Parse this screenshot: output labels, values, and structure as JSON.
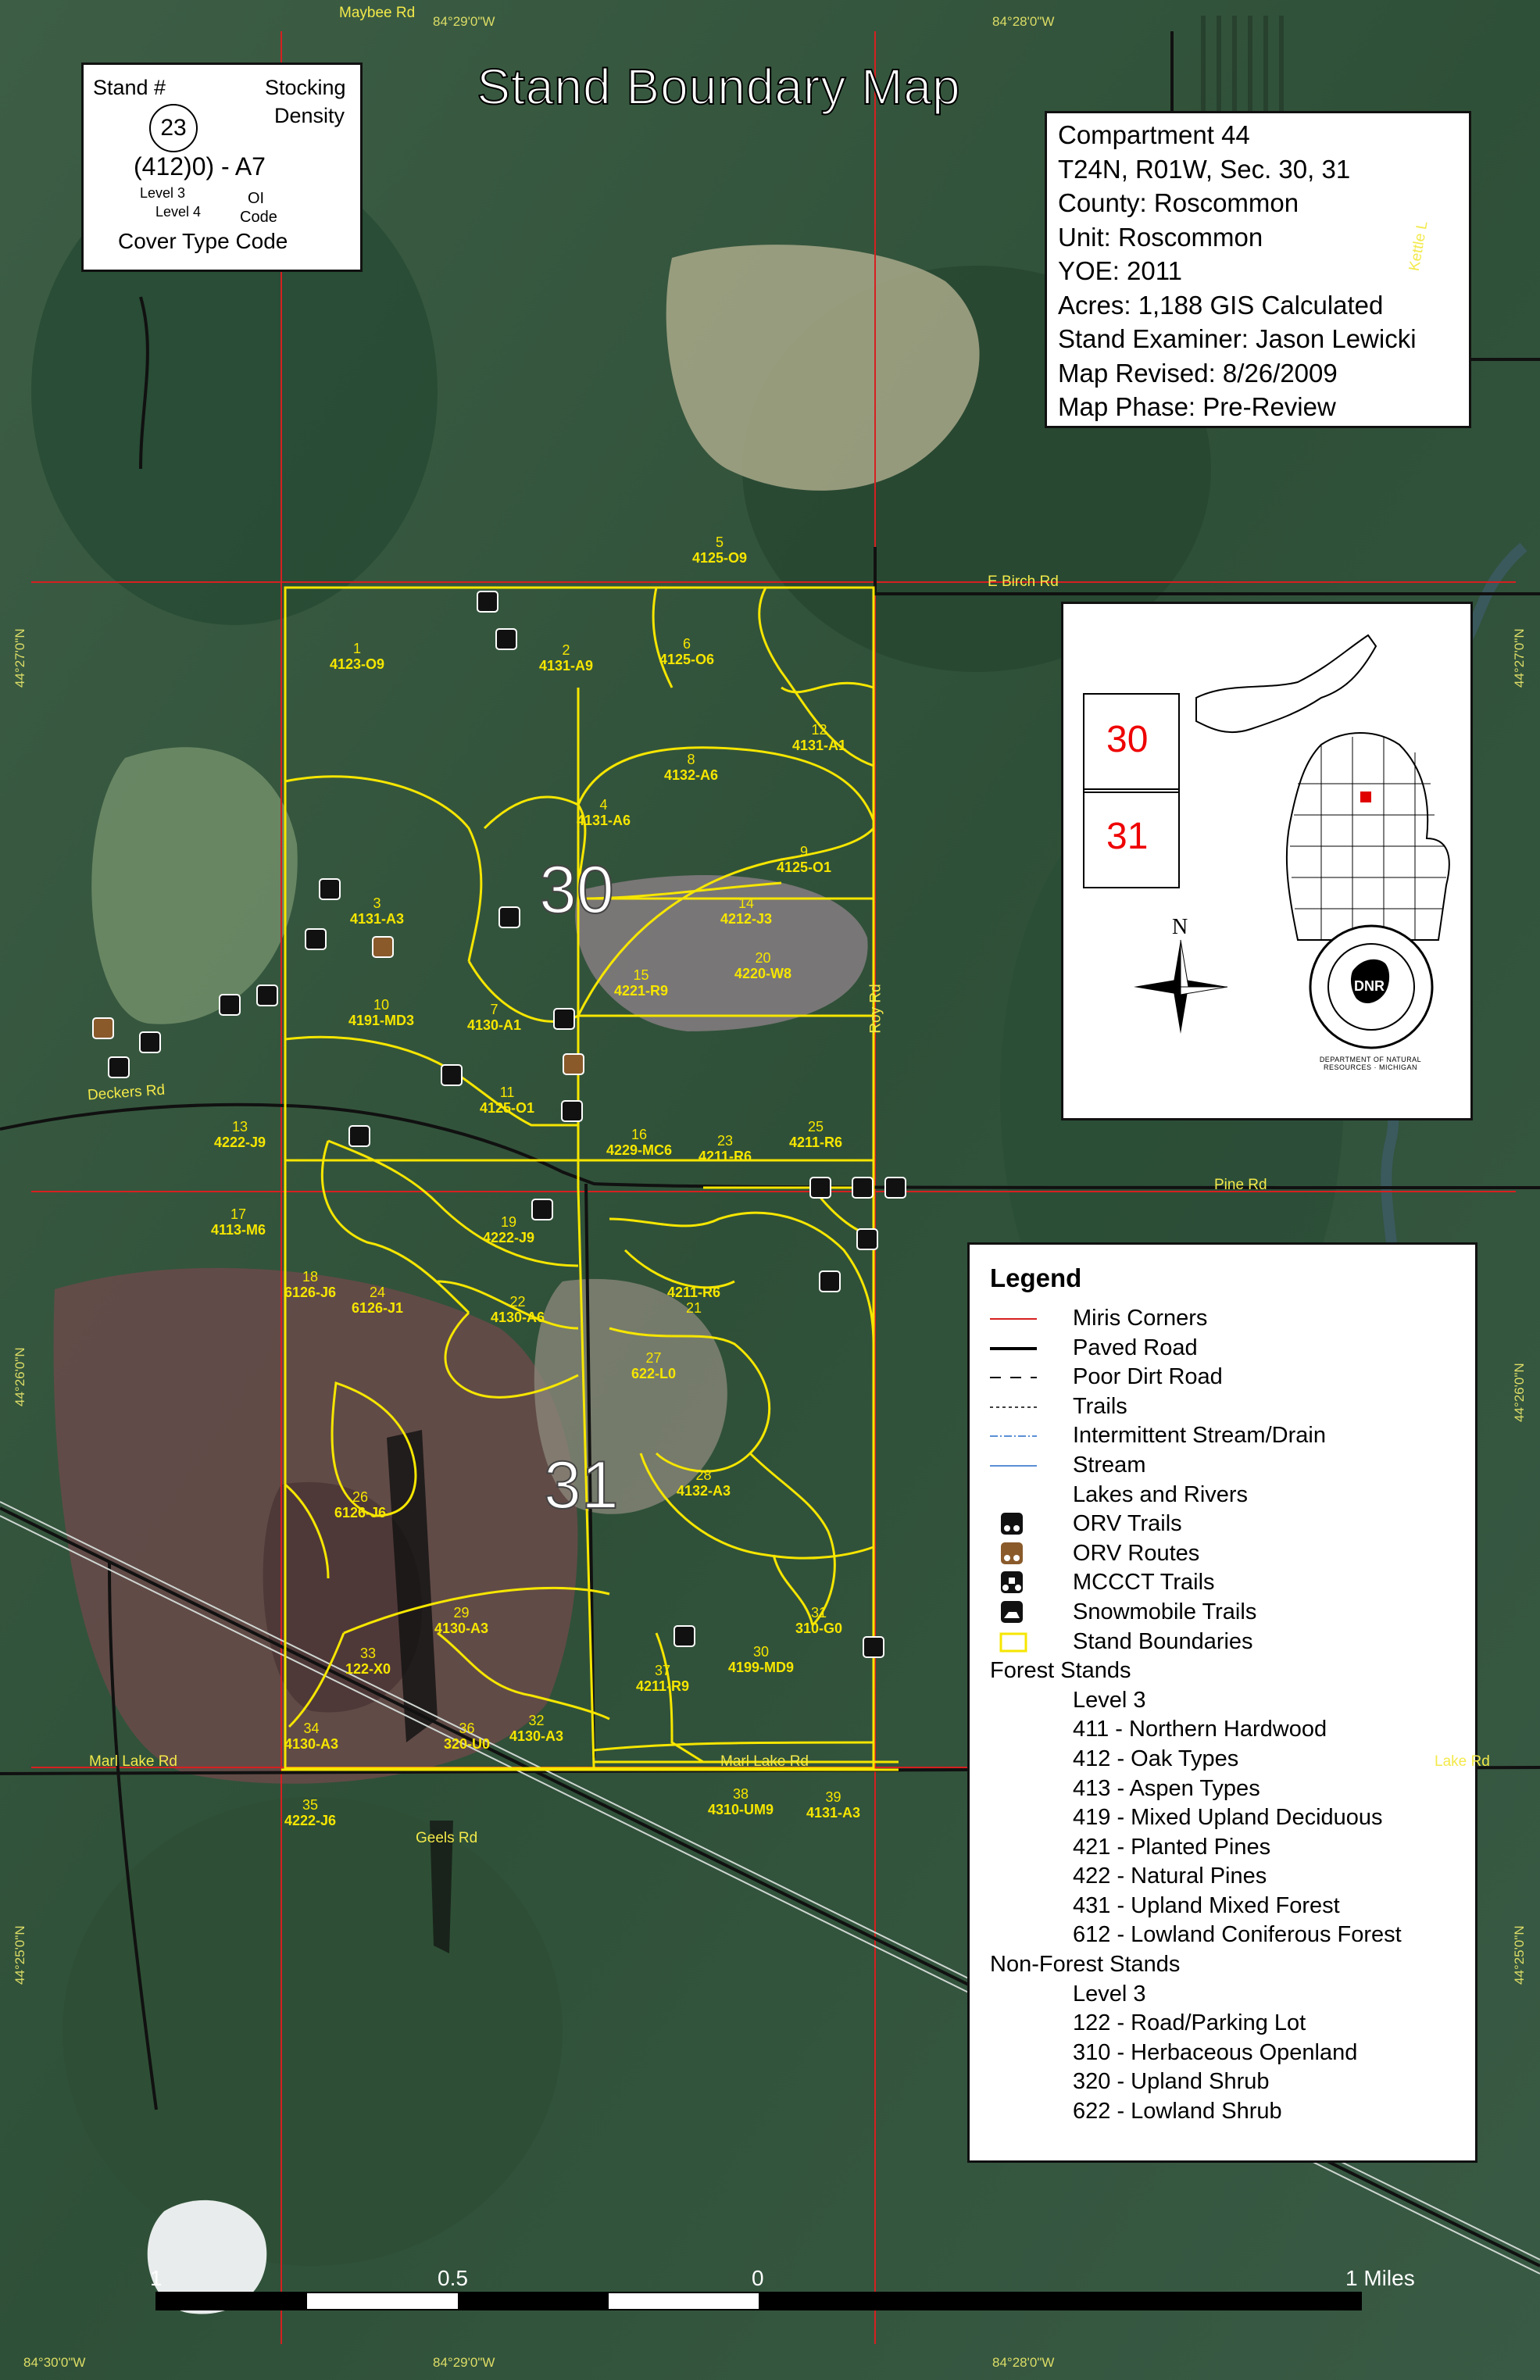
{
  "title": "Stand Boundary Map",
  "key": {
    "stand_num": "Stand #",
    "stocking": "Stocking",
    "density": "Density",
    "example_num": "23",
    "example_code": "(412)0) - A7",
    "level3": "Level 3",
    "level4": "Level 4",
    "oi": "OI",
    "code": "Code",
    "cover": "Cover Type Code"
  },
  "info": [
    "Compartment  44",
    "T24N, R01W, Sec. 30, 31",
    "County: Roscommon",
    "Unit: Roscommon",
    "YOE: 2011",
    "Acres: 1,188 GIS Calculated",
    "Stand Examiner: Jason Lewicki",
    "Map Revised: 8/26/2009",
    "Map Phase: Pre-Review"
  ],
  "locator": {
    "sec_top": "30",
    "sec_bottom": "31",
    "north": "N",
    "seal_text": "DNR",
    "seal_ring": "DEPARTMENT OF NATURAL RESOURCES · MICHIGAN"
  },
  "legend": {
    "title": "Legend",
    "lines": [
      {
        "label": "Miris Corners",
        "color": "#d62020"
      },
      {
        "label": "Paved Road",
        "color": "#000000"
      },
      {
        "label": "Poor Dirt Road",
        "color": "#000000"
      },
      {
        "label": "Trails",
        "color": "#000000"
      },
      {
        "label": "Intermittent Stream/Drain",
        "color": "#5b8fd6"
      },
      {
        "label": "Stream",
        "color": "#5b8fd6"
      },
      {
        "label": "Lakes and Rivers",
        "color": "#ffffff"
      }
    ],
    "trails": [
      {
        "label": "ORV Trails",
        "icon": "orv-icon"
      },
      {
        "label": "ORV Routes",
        "icon": "orv-route-icon"
      },
      {
        "label": "MCCCT Trails",
        "icon": "mccct-icon"
      },
      {
        "label": "Snowmobile Trails",
        "icon": "snowmobile-icon"
      }
    ],
    "stand_boundaries": "Stand Boundaries",
    "forest_head": "Forest Stands",
    "forest_level": "Level 3",
    "forest_items": [
      "411 - Northern Hardwood",
      "412 - Oak Types",
      "413 - Aspen Types",
      "419 - Mixed Upland Deciduous",
      "421 - Planted Pines",
      "422 - Natural Pines",
      "431 - Upland Mixed Forest",
      "612 - Lowland Coniferous Forest"
    ],
    "nonforest_head": "Non-Forest Stands",
    "nonforest_level": "Level 3",
    "nonforest_items": [
      "122 - Road/Parking Lot",
      "310 - Herbaceous Openland",
      "320 - Upland Shrub",
      "622 - Lowland Shrub"
    ],
    "boundary_color": "#f6e600"
  },
  "sections": {
    "upper": "30",
    "lower": "31"
  },
  "roads": {
    "maybee": "Maybee Rd",
    "e_birch": "E Birch Rd",
    "deckers": "Deckers Rd",
    "pine": "Pine Rd",
    "roy": "Roy Rd",
    "marl_lake_e": "Marl Lake Rd",
    "marl_lake_w": "Marl Lake Rd",
    "marl_lake_far": "Lake Rd",
    "geels": "Geels Rd",
    "kettle": "Kettle L"
  },
  "coords": {
    "top_w": "84°29'0\"W",
    "top_e": "84°28'0\"W",
    "bot_w": "84°29'0\"W",
    "bot_e": "84°28'0\"W",
    "bot_far": "84°30'0\"W",
    "left_a": "44°27'0\"N",
    "left_b": "44°26'0\"N",
    "left_c": "44°25'0\"N",
    "right_a": "44°27'0\"N",
    "right_b": "44°26'0\"N",
    "right_c": "44°25'0\"N"
  },
  "stands": [
    {
      "n": "1",
      "c": "4123-O9"
    },
    {
      "n": "2",
      "c": "4131-A9"
    },
    {
      "n": "3",
      "c": "4131-A3"
    },
    {
      "n": "4",
      "c": "4131-A6"
    },
    {
      "n": "5",
      "c": "4125-O9"
    },
    {
      "n": "6",
      "c": "4125-O6"
    },
    {
      "n": "7",
      "c": "4130-A1"
    },
    {
      "n": "8",
      "c": "4132-A6"
    },
    {
      "n": "9",
      "c": "4125-O1"
    },
    {
      "n": "10",
      "c": "4191-MD3"
    },
    {
      "n": "11",
      "c": "4125-O1"
    },
    {
      "n": "12",
      "c": "4131-A1"
    },
    {
      "n": "13",
      "c": "4222-J9"
    },
    {
      "n": "14",
      "c": "4212-J3"
    },
    {
      "n": "15",
      "c": "4221-R9"
    },
    {
      "n": "16",
      "c": "4229-MC6"
    },
    {
      "n": "17",
      "c": "4113-M6"
    },
    {
      "n": "18",
      "c": "6126-J6"
    },
    {
      "n": "19",
      "c": "4222-J9"
    },
    {
      "n": "20",
      "c": "4220-W8"
    },
    {
      "n": "21",
      "c": "4211-R6"
    },
    {
      "n": "22",
      "c": "4130-A6"
    },
    {
      "n": "23",
      "c": "4211-R6"
    },
    {
      "n": "24",
      "c": "6126-J1"
    },
    {
      "n": "25",
      "c": "4211-R6"
    },
    {
      "n": "26",
      "c": "6126-J6"
    },
    {
      "n": "27",
      "c": "622-L0"
    },
    {
      "n": "28",
      "c": "4132-A3"
    },
    {
      "n": "29",
      "c": "4130-A3"
    },
    {
      "n": "30",
      "c": "4199-MD9"
    },
    {
      "n": "31",
      "c": "310-G0"
    },
    {
      "n": "32",
      "c": "4130-A3"
    },
    {
      "n": "33",
      "c": "122-X0"
    },
    {
      "n": "34",
      "c": "4130-A3"
    },
    {
      "n": "35",
      "c": "4222-J6"
    },
    {
      "n": "36",
      "c": "320-U0"
    },
    {
      "n": "37",
      "c": "4211-R9"
    },
    {
      "n": "38",
      "c": "4310-UM9"
    },
    {
      "n": "39",
      "c": "4131-A3"
    }
  ],
  "scale": {
    "a": "1",
    "b": "0.5",
    "c": "0",
    "d": "1 Miles"
  }
}
